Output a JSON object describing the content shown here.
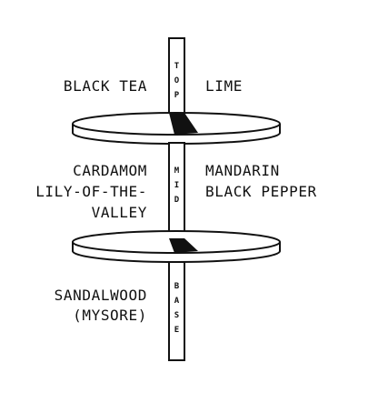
{
  "colors": {
    "ink": "#111111",
    "background": "#ffffff",
    "disc_fill": "#ffffff"
  },
  "tiers": [
    {
      "label": "TOP",
      "left_notes": [
        "BLACK TEA"
      ],
      "right_notes": [
        "LIME"
      ]
    },
    {
      "label": "MID",
      "left_notes": [
        "CARDAMOM",
        "LILY-OF-THE-",
        "VALLEY"
      ],
      "right_notes": [
        "MANDARIN",
        "BLACK PEPPER"
      ]
    },
    {
      "label": "BASE",
      "left_notes": [
        "SANDALWOOD",
        "(MYSORE)"
      ],
      "right_notes": []
    }
  ]
}
